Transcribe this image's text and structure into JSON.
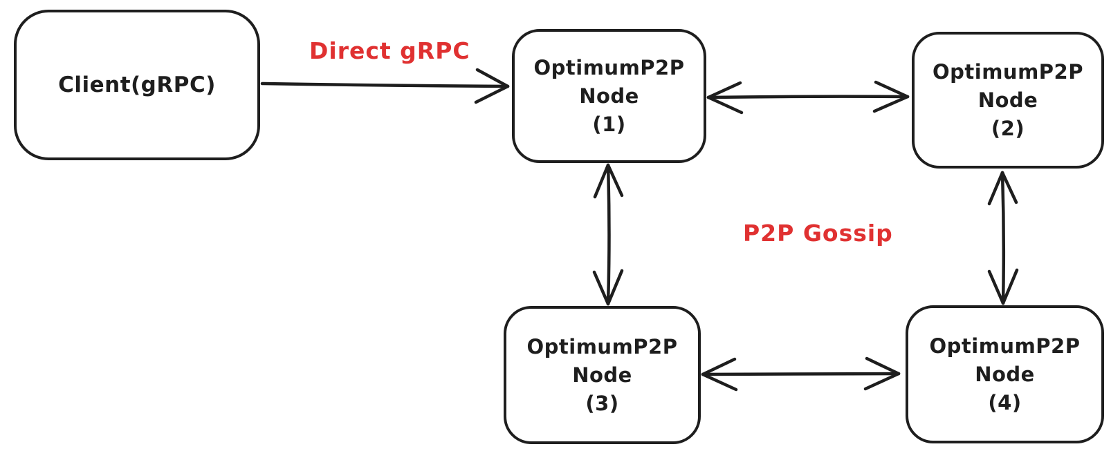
{
  "diagram": {
    "colors": {
      "stroke": "#1e1e1e",
      "edge_label": "#e03131",
      "background": "#ffffff"
    },
    "client": {
      "label": "Client(gRPC)"
    },
    "nodes": [
      {
        "title": "OptimumP2P",
        "subtitle": "Node",
        "index_label": "(1)"
      },
      {
        "title": "OptimumP2P",
        "subtitle": "Node",
        "index_label": "(2)"
      },
      {
        "title": "OptimumP2P",
        "subtitle": "Node",
        "index_label": "(3)"
      },
      {
        "title": "OptimumP2P",
        "subtitle": "Node",
        "index_label": "(4)"
      }
    ],
    "edge_labels": {
      "direct_grpc": "Direct gRPC",
      "p2p_gossip": "P2P Gossip"
    }
  }
}
